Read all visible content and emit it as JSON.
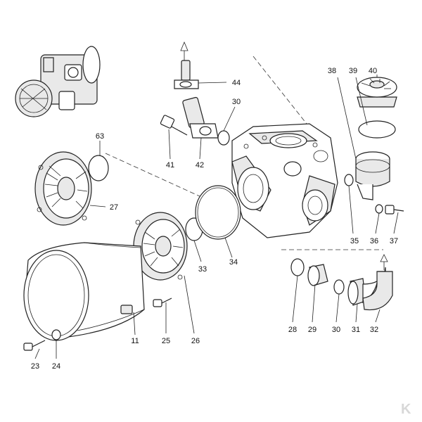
{
  "part_numbers": {
    "p23": "23",
    "p24": "24",
    "p11": "11",
    "p25": "25",
    "p26": "26",
    "p27": "27",
    "p63": "63",
    "p33": "33",
    "p34": "34",
    "p41": "41",
    "p42": "42",
    "p44": "44",
    "p30a": "30",
    "p35": "35",
    "p38": "38",
    "p39": "39",
    "p40": "40",
    "p36": "36",
    "p37": "37",
    "p28": "28",
    "p29": "29",
    "p30b": "30",
    "p31": "31",
    "p32": "32"
  },
  "watermark": {
    "logo_letter": "K",
    "color": "#d8d8d8"
  },
  "colors": {
    "line": "#222222",
    "background": "#ffffff"
  }
}
